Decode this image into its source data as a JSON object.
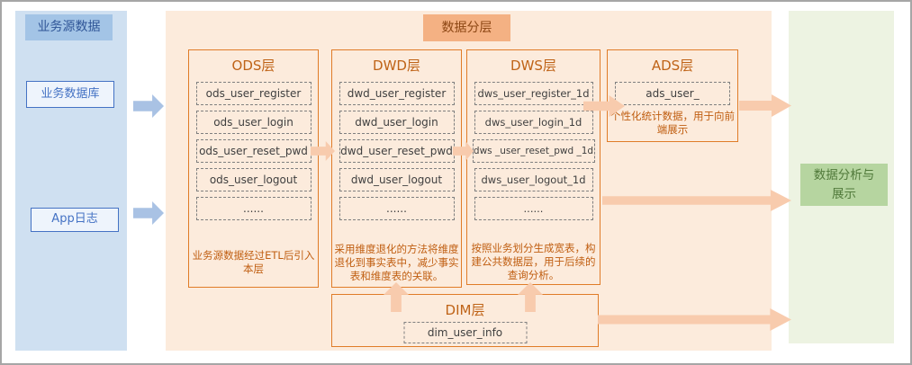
{
  "source_panel": {
    "title": "业务源数据",
    "items": [
      {
        "label": "业务数据库"
      },
      {
        "label": "App日志"
      }
    ]
  },
  "layering_panel": {
    "title": "数据分层",
    "columns": [
      {
        "id": "ods",
        "title": "ODS层",
        "tables": [
          "ods_user_register",
          "ods_user_login",
          "ods_user_reset_pwd",
          "ods_user_logout",
          "......"
        ],
        "description": "业务源数据经过ETL后引入本层"
      },
      {
        "id": "dwd",
        "title": "DWD层",
        "tables": [
          "dwd_user_register",
          "dwd_user_login",
          "dwd_user_reset_pwd",
          "dwd_user_logout",
          "......"
        ],
        "description": "采用维度退化的方法将维度退化到事实表中，减少事实表和维度表的关联。"
      },
      {
        "id": "dws",
        "title": "DWS层",
        "tables": [
          "dws_user_register_1d",
          "dws_user_login_1d",
          "dws _user_reset_pwd _1d",
          "dws_user_logout_1d",
          "......"
        ],
        "description": "按照业务划分生成宽表，构建公共数据层，用于后续的查询分析。"
      },
      {
        "id": "ads",
        "title": "ADS层",
        "tables": [
          "ads_user_"
        ],
        "description": "个性化统计数据，用于向前端展示"
      }
    ],
    "dim": {
      "title": "DIM层",
      "tables": [
        "dim_user_info"
      ]
    }
  },
  "output_panel": {
    "title": "数据分析与展示"
  },
  "colors": {
    "left_panel_bg": "#cfe0f1",
    "left_title_bg": "#a3c4e6",
    "blue_border": "#4472c4",
    "blue_arrow": "#a9c2e4",
    "orange_panel_bg": "#fcebdc",
    "orange_title_bg": "#f4b183",
    "column_border": "#e07c28",
    "column_title_text": "#bf6317",
    "description_text": "#c05e11",
    "orange_arrow": "#f8cbad",
    "green_panel_bg": "#edf3e2",
    "green_title_bg": "#b6d5a0",
    "green_text": "#50793a",
    "frame_border": "#a6a6a6"
  }
}
